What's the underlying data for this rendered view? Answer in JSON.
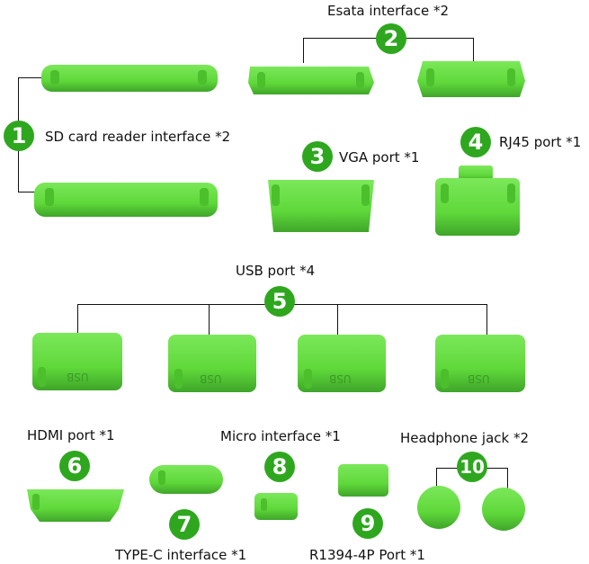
{
  "labels": {
    "sd_card": "SD card reader interface *2",
    "esata": "Esata interface *2",
    "vga": "VGA port *1",
    "rj45": "RJ45 port *1",
    "usb": "USB port *4",
    "hdmi": "HDMI port *1",
    "micro": "Micro interface *1",
    "headphone": "Headphone jack *2",
    "typec": "TYPE-C interface *1",
    "r1394": "R1394-4P Port *1"
  },
  "badges": {
    "b1": "1",
    "b2": "2",
    "b3": "3",
    "b4": "4",
    "b5": "5",
    "b6": "6",
    "b7": "7",
    "b8": "8",
    "b9": "9",
    "b10": "10"
  },
  "usb_plug_text": "USB",
  "colors": {
    "plug_green": "#5fd83a",
    "plug_shadow": "#3fa52a",
    "badge_green": "#2ea71f"
  }
}
